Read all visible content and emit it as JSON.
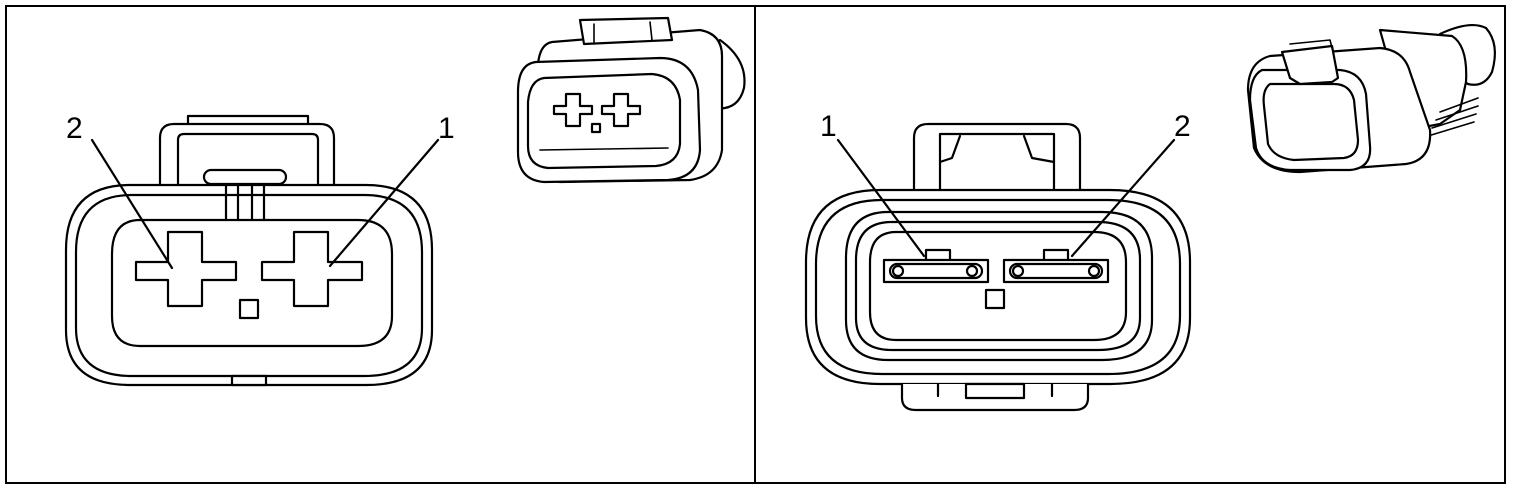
{
  "panels": [
    {
      "id": "left",
      "pin_labels": [
        "2",
        "1"
      ]
    },
    {
      "id": "right",
      "pin_labels": [
        "1",
        "2"
      ]
    }
  ],
  "colors": {
    "line": "#000000",
    "background": "#ffffff"
  }
}
